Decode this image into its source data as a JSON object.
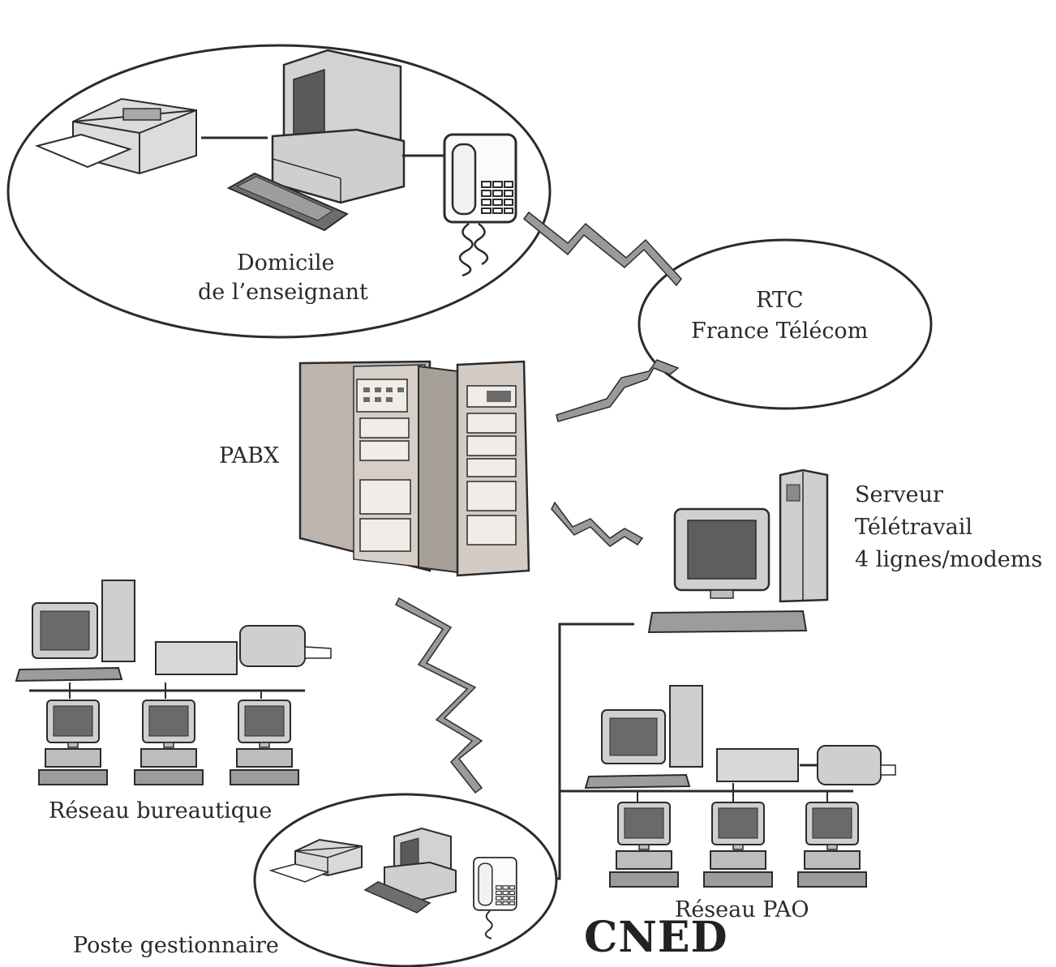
{
  "labels": {
    "domicile_line1": "Domicile",
    "domicile_line2": "de l’enseignant",
    "rtc_line1": "RTC",
    "rtc_line2": "France Télécom",
    "pabx": "PABX",
    "serveur_line1": "Serveur",
    "serveur_line2": "Télétravail",
    "serveur_line3": "4 lignes/modems",
    "reseau_bureautique": "Réseau bureautique",
    "reseau_pao": "Réseau PAO",
    "poste_gestionnaire": "Poste gestionnaire",
    "cned": "CNED"
  },
  "colors": {
    "stroke": "#2b2b2b",
    "lightning": "#9a9a9a",
    "device_fill": "#d6d6d6",
    "device_dark": "#8a8a8a",
    "screen": "#5a5a5a",
    "pabx_fill": "#cfc8c2"
  },
  "icons": [
    "printer-icon",
    "computer-icon",
    "telephone-icon",
    "server-tower-icon",
    "pabx-rack-icon",
    "lightning-link-icon"
  ]
}
